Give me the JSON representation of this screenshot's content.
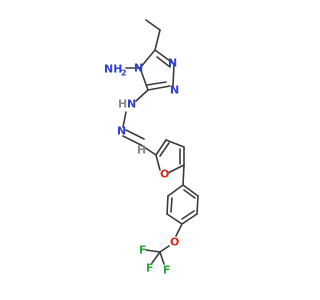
{
  "atoms": {
    "amino_nh2": "NH",
    "amino_sub2": "2",
    "ring_n1": "N",
    "ring_n2": "N",
    "ring_n4": "N",
    "hydrazone_n1": "N",
    "hydrazone_h": "H",
    "hydrazone_n2": "N",
    "imine_h": "H",
    "furan_o": "O",
    "ether_o": "O",
    "f1": "F",
    "f2": "F",
    "f3": "F"
  },
  "colors": {
    "nitrogen": "#2f3fd0",
    "oxygen": "#e0261a",
    "fluorine": "#2aa836",
    "hydrogen": "#8a8a8a",
    "carbon_bond": "#3a3a3a"
  }
}
